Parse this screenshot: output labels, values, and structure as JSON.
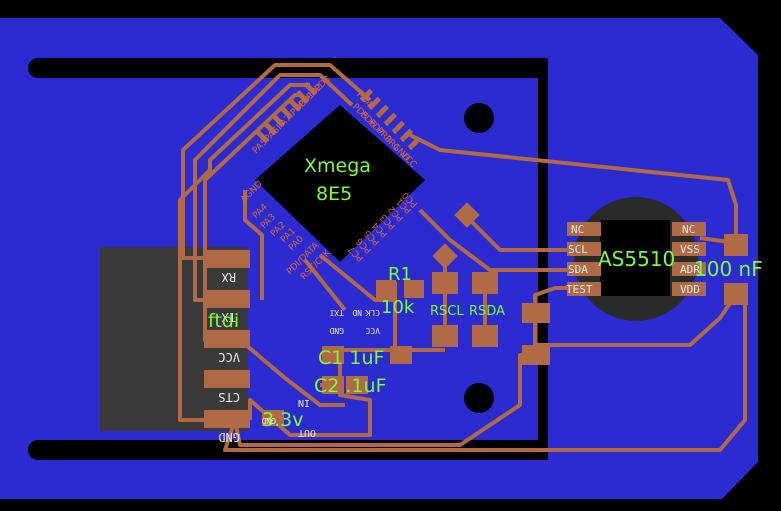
{
  "colors": {
    "background": "#000000",
    "board": "#2B2BD1",
    "copper": "#B06A45",
    "pad": "#B06A45",
    "mask": "#2A2A2A",
    "silk_green": "#7CFC3A",
    "silk_orange": "#E06A3A",
    "silk_white": "#EDEDED"
  },
  "labels": {
    "mcu_line1": "Xmega",
    "mcu_line2": "8E5",
    "sensor": "AS5510",
    "cap_100n": "100 nF",
    "r1_name": "R1",
    "r1_value": "10k",
    "rscl": "RSCL",
    "rsda": "RSDA",
    "ftdi": "ftdi",
    "c1": "C1 1uF",
    "c2": "C2 .1uF",
    "reg": "3.3v",
    "reg_in": "IN",
    "reg_out": "OUT",
    "reg_gnd": "GND"
  },
  "ftdi_pins": [
    "RX",
    "TX",
    "VCC",
    "CTS",
    "GND"
  ],
  "sensor_pins_left": [
    "NC",
    "SCL",
    "SDA",
    "TEST"
  ],
  "sensor_pins_right": [
    "NC",
    "VSS",
    "ADR",
    "VDD"
  ],
  "mcu_pins_upper_left": [
    "PD3",
    "PD2",
    "PD1",
    "PD0",
    "PA7",
    "PA6",
    "PA5"
  ],
  "mcu_pins_upper_right": [
    "PD4",
    "PD5",
    "PD6",
    "PD7",
    "PR0",
    "PR1",
    "GND",
    "VCC"
  ],
  "mcu_pins_lower_left": [
    "AGND",
    "PA4",
    "PA3",
    "PA2",
    "PA1",
    "PA0",
    "PDI/DATA",
    "RST/CLK"
  ],
  "mcu_pins_lower_right": [
    "PC0",
    "PC1",
    "PC2",
    "PC3",
    "PC4",
    "PC5",
    "PC6",
    "PC7"
  ],
  "header_pin_labels": [
    "CLK",
    "ND",
    "TXI",
    "VCC",
    "GND"
  ]
}
